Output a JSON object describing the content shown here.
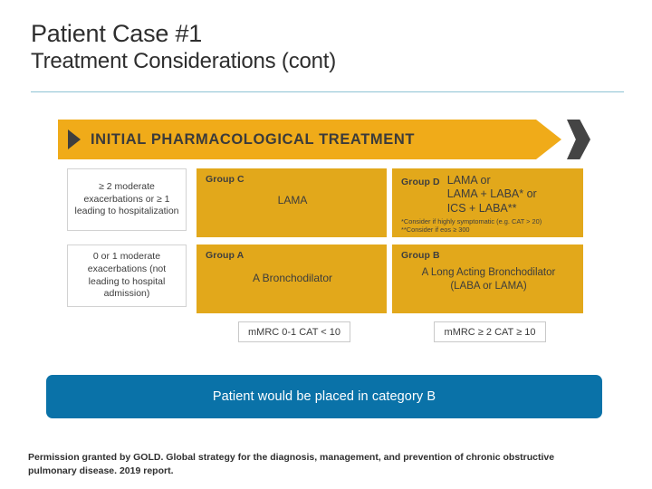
{
  "slide": {
    "title_line1": "Patient Case #1",
    "title_line2": "Treatment Considerations (cont)",
    "divider_color": "#8fc3d4"
  },
  "figure": {
    "banner": {
      "label": "INITIAL PHARMACOLOGICAL TREATMENT",
      "bar_color": "#f0ab19",
      "chevron_color": "#3e3e3e"
    },
    "group_color": "#e2a81b",
    "criteria": [
      {
        "id": "high-exacerbation",
        "lines": [
          "≥ 2 moderate",
          "exacerbations or ≥ 1",
          "leading to",
          "hospitalization"
        ],
        "text": "≥ 2 moderate exacerbations or ≥ 1 leading to hospitalization"
      },
      {
        "id": "low-exacerbation",
        "lines": [
          "0 or 1 moderate",
          "exacerbations",
          "(not leading to",
          "hospital admission)"
        ],
        "text": "0 or 1 moderate exacerbations (not leading to hospital admission)"
      }
    ],
    "groups": {
      "c": {
        "label": "Group C",
        "treatment": "LAMA"
      },
      "d": {
        "label": "Group D",
        "line1": "LAMA  or",
        "line2": "LAMA + LABA* or",
        "line3": "ICS + LABA**",
        "footnote1": "*Consider if highly symptomatic (e.g. CAT > 20)",
        "footnote2": "**Consider if eos ≥ 300"
      },
      "a": {
        "label": "Group A",
        "treatment": "A Bronchodilator"
      },
      "b": {
        "label": "Group B",
        "line1": "A  Long Acting Bronchodilator",
        "line2": "(LABA or LAMA)"
      }
    },
    "symptom_scales": {
      "left": "mMRC 0-1 CAT < 10",
      "right": "mMRC ≥ 2 CAT ≥ 10"
    }
  },
  "callout": {
    "text": "Patient would be placed in category B",
    "bg_color": "#0a72a8",
    "text_color": "#ffffff"
  },
  "footer": {
    "line1": "Permission granted by GOLD. Global strategy for the diagnosis, management, and prevention of chronic obstructive",
    "line2": "pulmonary disease. 2019 report."
  }
}
